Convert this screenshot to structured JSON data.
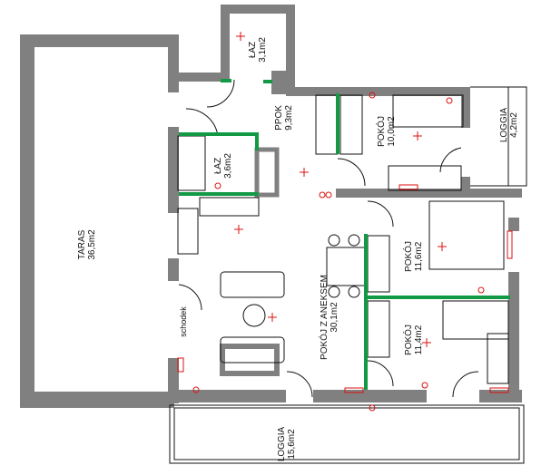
{
  "title": "Floor plan",
  "colors": {
    "wall": "#808080",
    "partition": "#119944",
    "electric": "#dd1111",
    "line": "#111111"
  },
  "rooms": [
    {
      "id": "taras",
      "name": "TARAS",
      "area": "36,5m2"
    },
    {
      "id": "laz1",
      "name": "ŁAZ",
      "area": "3,1m2"
    },
    {
      "id": "ppok",
      "name": "PPOK",
      "area": "9,3m2"
    },
    {
      "id": "pokoj10",
      "name": "POKÓJ",
      "area": "10,0m2"
    },
    {
      "id": "loggia-small",
      "name": "LOGGIA",
      "area": "4,2m2"
    },
    {
      "id": "laz2",
      "name": "ŁAZ",
      "area": "3,6m2"
    },
    {
      "id": "pokoj116",
      "name": "POKÓJ",
      "area": "11,6m2"
    },
    {
      "id": "salon",
      "name": "POKÓJ Z ANEKSEM",
      "area": "30,1m2"
    },
    {
      "id": "pokoj114",
      "name": "POKÓJ",
      "area": "11,4m2"
    },
    {
      "id": "loggia-large",
      "name": "LOGGIA",
      "area": "15,6m2"
    }
  ],
  "stairs_label": "schodek"
}
